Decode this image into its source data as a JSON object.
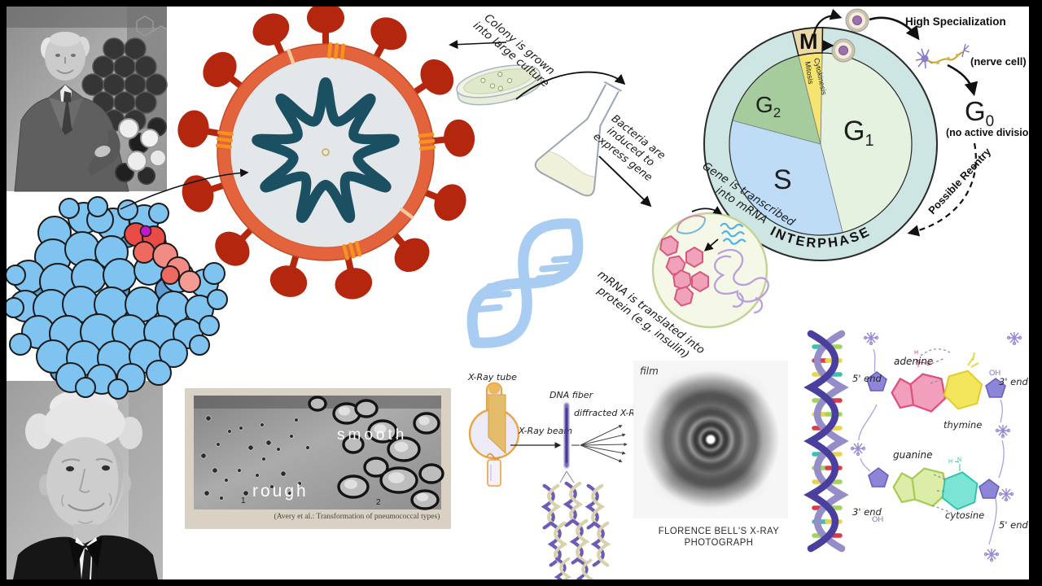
{
  "palette": {
    "virus_spike": "#b5260f",
    "virus_envelope": "#e2633c",
    "virus_rna": "#1b5062",
    "membrane_protein": "#f6921e",
    "dna_icon_blue": "#a9cdf2",
    "cycle_ring": "#cde6e3",
    "g1_fill": "#e6f2e0",
    "s_fill": "#bedcf6",
    "g2_fill": "#a6cc9e",
    "m_fill": "#f5e470",
    "protein_blue": "#7fc4f1",
    "insulin_pink": "#f0a2ba",
    "helix_purple": "#4a3f9e",
    "adenine_pink": "#f29fbd",
    "thymine_yellow": "#f2e65c",
    "guanine_green": "#dcedaa",
    "cytosine_teal": "#7ce4d4",
    "sugar_purple": "#8d85d8"
  },
  "notes": {
    "colony": {
      "lines": [
        "Colony is grown",
        "into large culture"
      ]
    },
    "bacteria": {
      "lines": [
        "Bacteria are",
        "induced to",
        "express gene"
      ]
    },
    "transcription": {
      "lines": [
        "Gene is transcribed",
        "into mRNA"
      ]
    },
    "translation": {
      "lines": [
        "mRNA is translated into",
        "protein (e.g, insulin)"
      ]
    }
  },
  "cell_cycle": {
    "ring_label": "INTERPHASE",
    "m": {
      "base": "M"
    },
    "g1": {
      "base": "G",
      "sub": "1"
    },
    "g2": {
      "base": "G",
      "sub": "2"
    },
    "s": {
      "base": "S"
    },
    "wedge_labels": [
      "Cytokinesis",
      "Mitosis"
    ]
  },
  "differentiation": {
    "high_specialization": "High Specialization",
    "nerve_cell": "(nerve cell)",
    "g0": {
      "base": "G",
      "sub": "0"
    },
    "no_active_division": "(no active division)",
    "possible_reentry": "Possible Reentry"
  },
  "colony_photo": {
    "smooth_label": "smooth",
    "rough_label": "rough",
    "marker_left": "1",
    "marker_right": "2",
    "caption": "(Avery et al.: Transformation of pneumococcal types)"
  },
  "xray_diagram": {
    "tube_label": "X-Ray tube",
    "beam_label": "X-Ray beam",
    "fiber_label": "DNA fiber",
    "diffracted_label": "diffracted X-Rays",
    "film_label": "film",
    "caption": "FLORENCE BELL'S X-RAY PHOTOGRAPH"
  },
  "base_pair_diagram": {
    "adenine": "adenine",
    "thymine": "thymine",
    "guanine": "guanine",
    "cytosine": "cytosine",
    "five_prime": "5' end",
    "three_prime": "3' end",
    "oh": "OH",
    "atoms": {
      "h": "H",
      "n": "N"
    }
  }
}
